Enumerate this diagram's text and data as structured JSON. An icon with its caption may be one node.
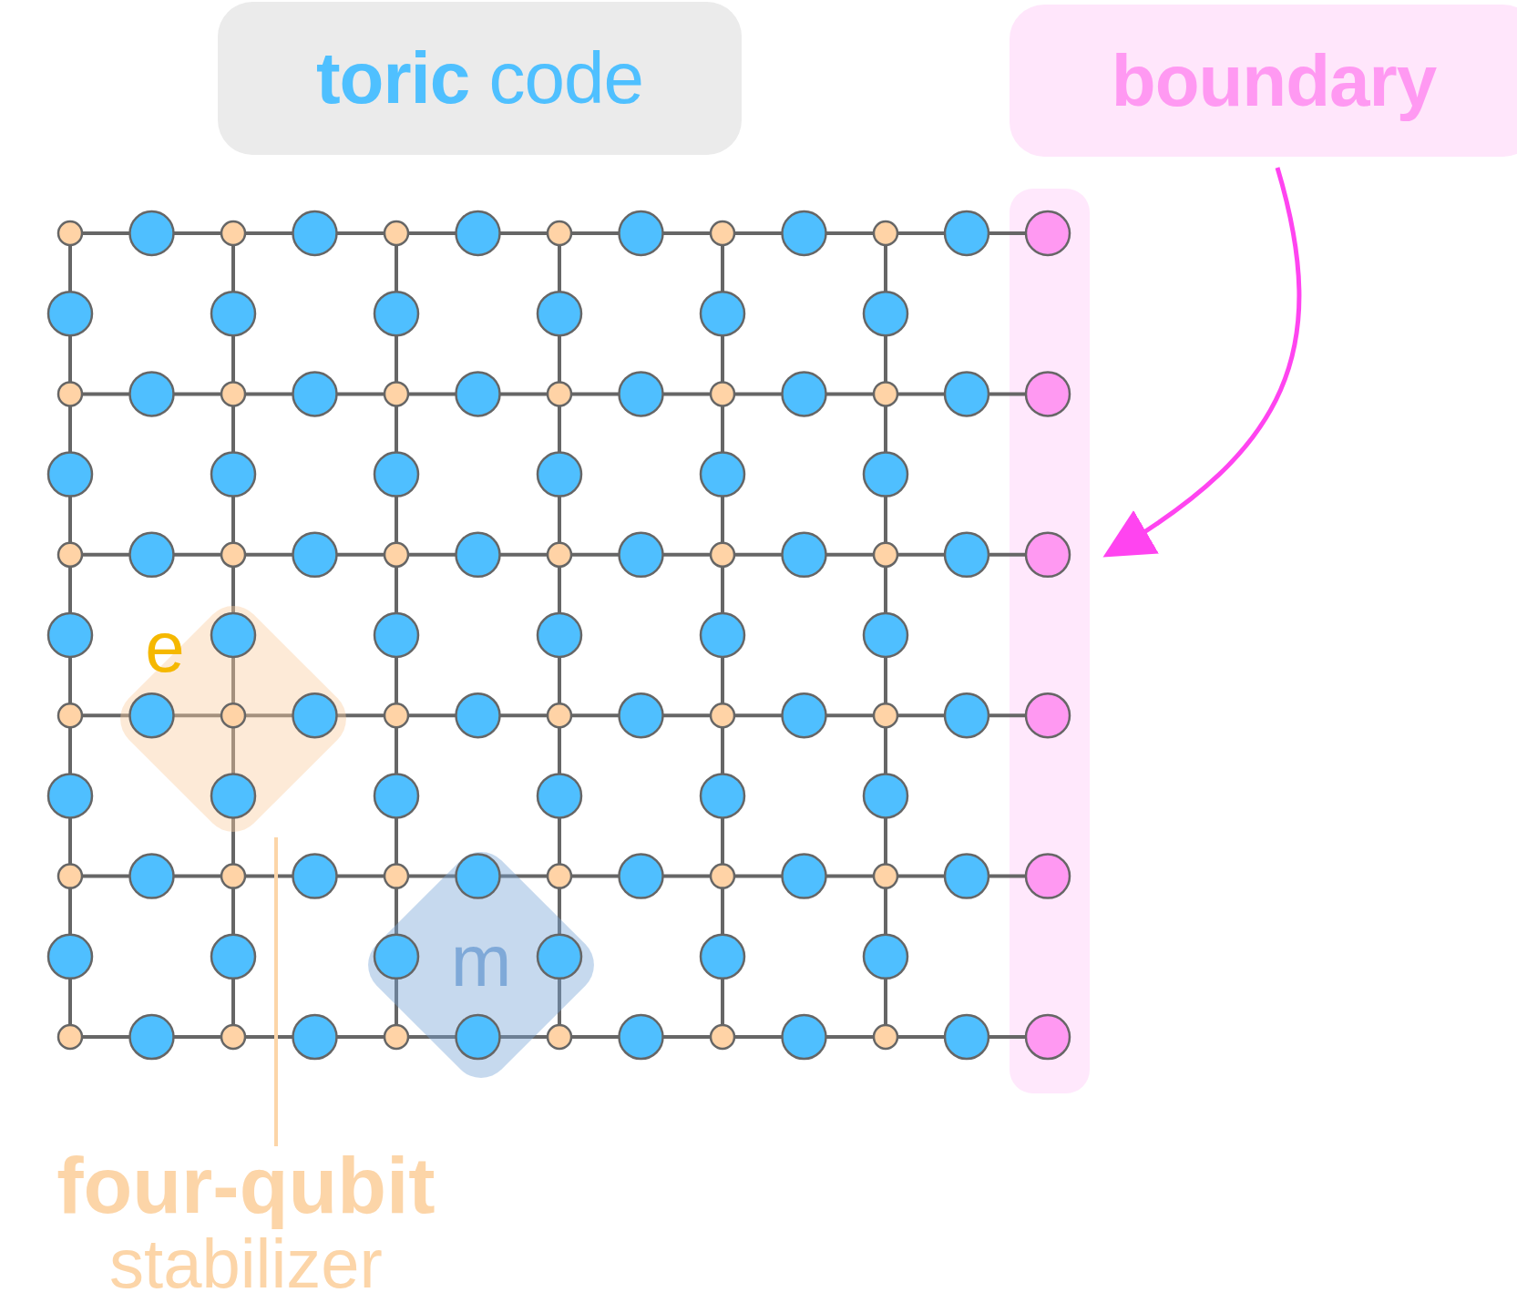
{
  "diagram": {
    "nodes": [
      {
        "text": [
          "**toric** code"
        ]
      },
      {
        "text": [
          "boundary"
        ]
      },
      {
        "text": [],
        "shape": "bar"
      },
      {
        "text": [
          "e"
        ]
      },
      {
        "text": [
          "m"
        ]
      },
      {
        "text": [
          "four-qubit",
          "stabilizer"
        ]
      }
    ],
    "edges": [
      {
        "from": 1,
        "to": 2,
        "arrow": "to",
        "color": "#ff44f0"
      },
      {
        "from": 5,
        "to": 3,
        "arrow": "none",
        "color": "#fcd5a8"
      }
    ]
  }
}
